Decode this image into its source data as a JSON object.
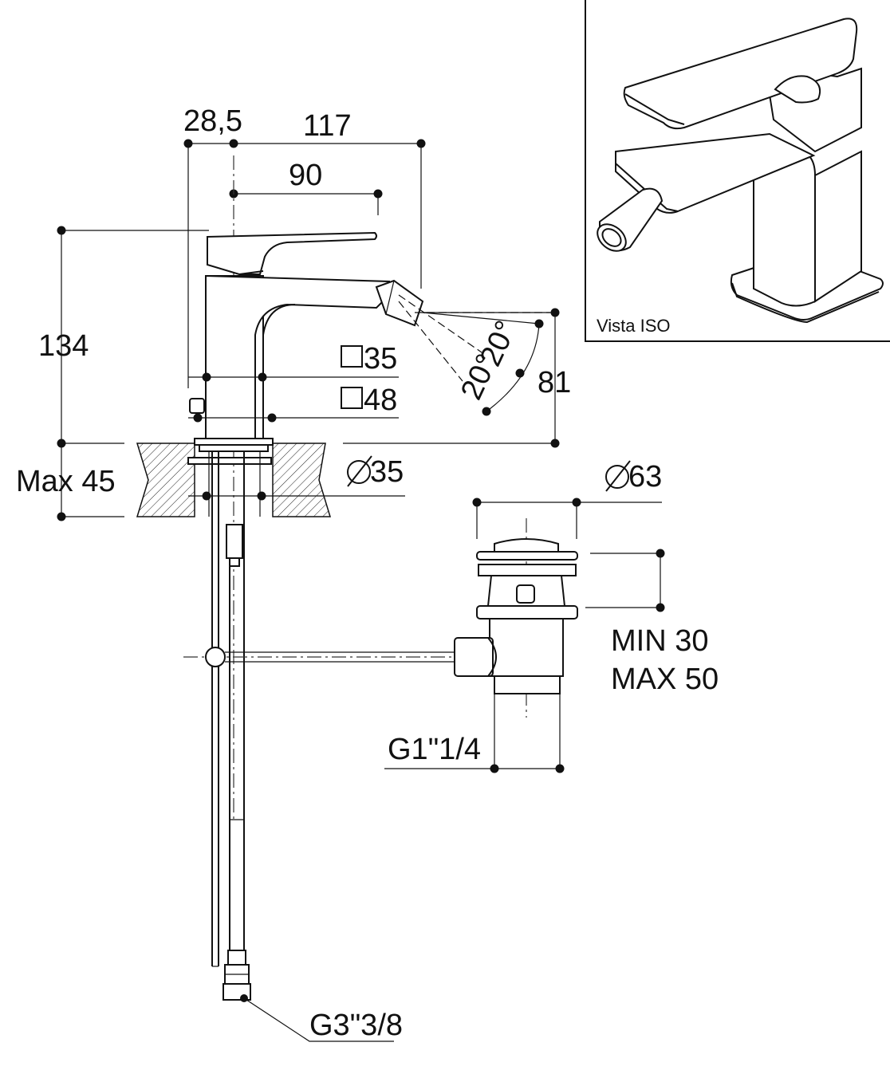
{
  "iso_view": {
    "label": "Vista ISO"
  },
  "dimensions": {
    "offset_top": "28,5",
    "depth_total": "117",
    "spout_reach": "90",
    "height_total": "134",
    "square_body": "35",
    "square_base": "48",
    "spray_angle_1": "20°",
    "spray_angle_2": "20°",
    "spout_height": "81",
    "max_thickness": "Max 45",
    "hole_diameter": "35",
    "waste_diameter": "63",
    "waste_min": "MIN 30",
    "waste_max": "MAX 50",
    "waste_thread": "G1\"1/4",
    "supply_thread": "G3\"3/8"
  }
}
